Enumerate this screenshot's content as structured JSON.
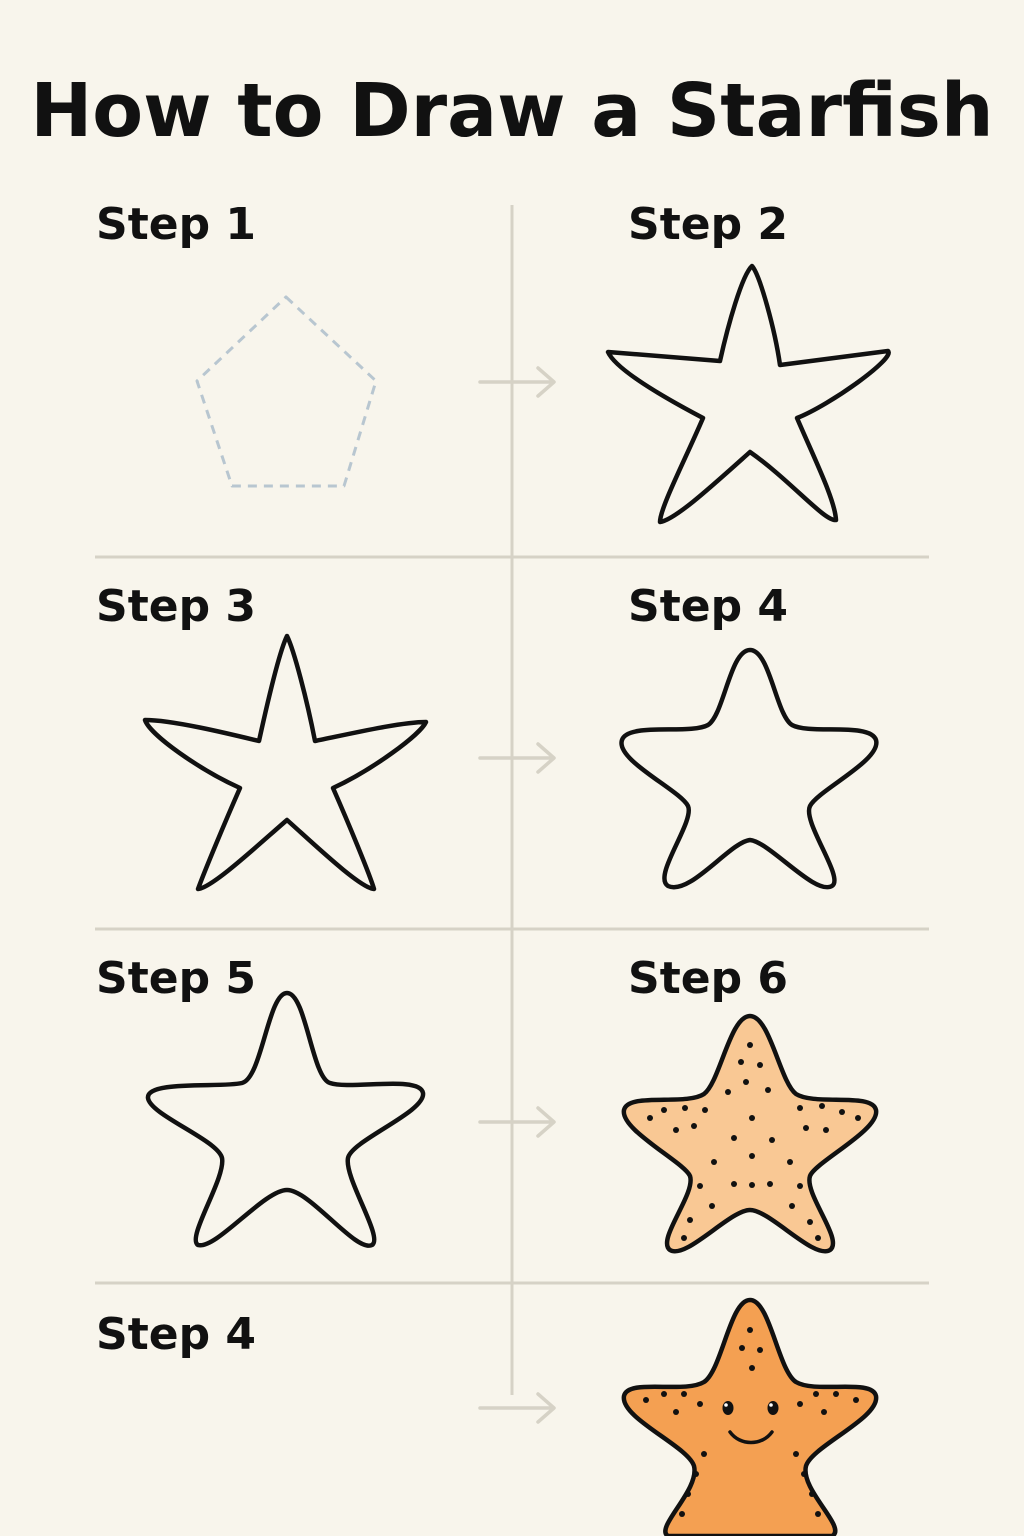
{
  "page": {
    "title": "How to Draw a Starfish",
    "background": "#f8f5ec"
  },
  "steps": [
    {
      "label": "Step 1",
      "drawing": "dashed-pentagon"
    },
    {
      "label": "Step 2",
      "drawing": "star-outline"
    },
    {
      "label": "Step 3",
      "drawing": "star-outline-curved-tips"
    },
    {
      "label": "Step 4",
      "drawing": "star-outline-rounded"
    },
    {
      "label": "Step 5",
      "drawing": "starfish-outline"
    },
    {
      "label": "Step 6",
      "drawing": "starfish-dotted-light-orange"
    },
    {
      "label": "Step 4",
      "drawing": "starfish-smiling-orange"
    }
  ],
  "colors": {
    "divider": "#d6d2c6",
    "ink": "#111111",
    "guide": "#b8c6d0",
    "fill_light": "#f9c894",
    "fill_orange": "#f4a052"
  }
}
